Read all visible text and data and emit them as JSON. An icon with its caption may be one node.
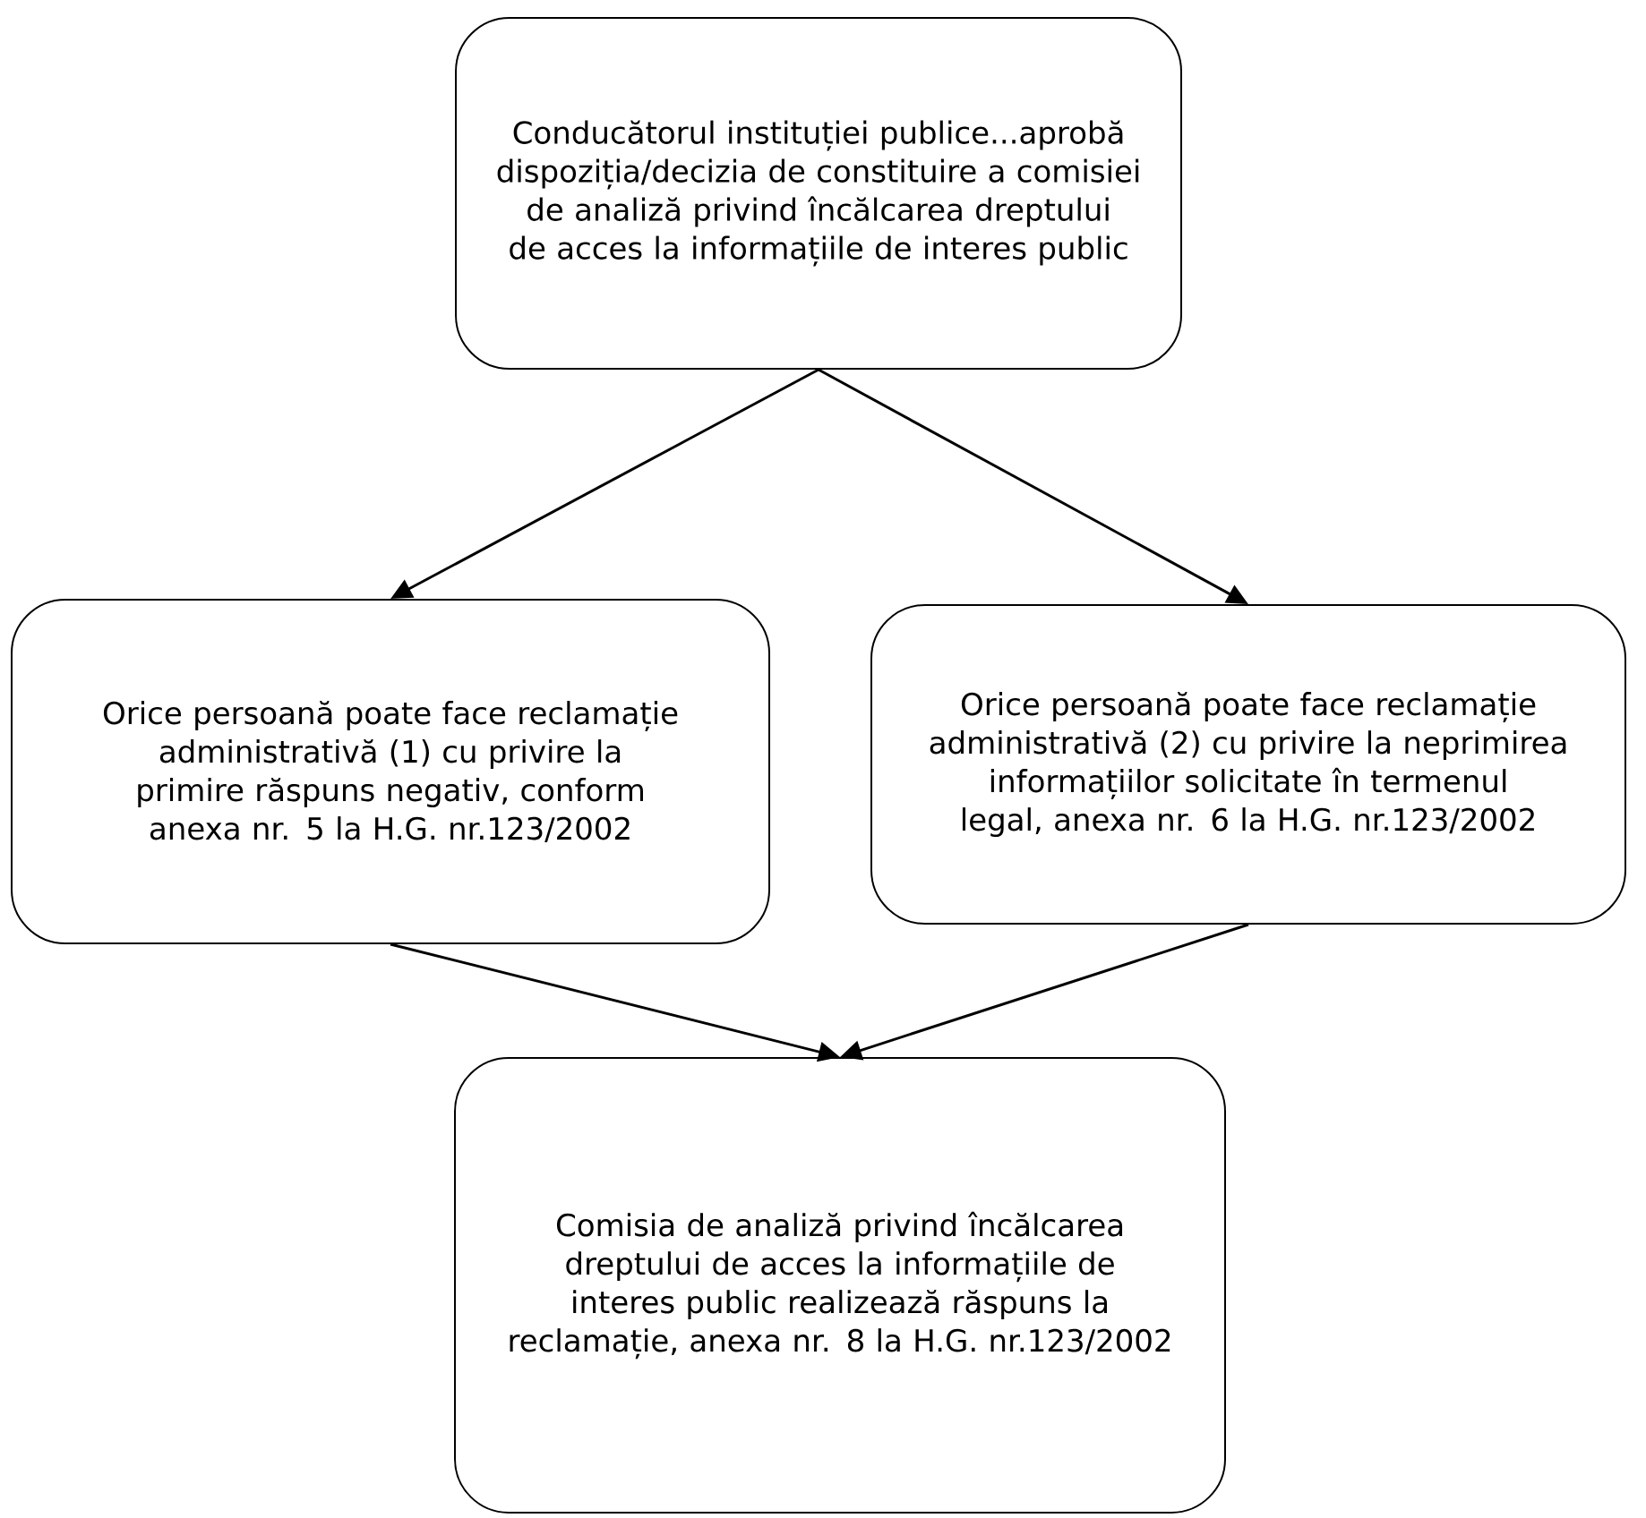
{
  "diagram": {
    "nodes": [
      {
        "text": [
          "Conducătorul instituției publice...aprobă dispoziția/decizia de constituire a comisiei de analiză privind încălcarea dreptului de acces la informațiile de interes public"
        ]
      },
      {
        "text": [
          "Orice persoană poate face reclamație administrativă (1) cu privire la primire răspuns negativ, conform anexa nr. 5 la H.G. nr.123/2002"
        ]
      },
      {
        "text": [
          "Orice persoană poate face reclamație administrativă (2) cu privire la neprimirea informațiilor solicitate în termenul legal, anexa nr. 6 la H.G. nr.123/2002"
        ]
      },
      {
        "text": [
          "Comisia de analiză privind încălcarea dreptului de acces la informațiile de interes public realizează răspuns la reclamație, anexa nr. 8 la H.G. nr.123/2002"
        ]
      }
    ],
    "edges": [
      {
        "from": 0,
        "to": 1,
        "arrow": "to"
      },
      {
        "from": 0,
        "to": 2,
        "arrow": "to"
      },
      {
        "from": 1,
        "to": 3,
        "arrow": "to"
      },
      {
        "from": 2,
        "to": 3,
        "arrow": "to"
      }
    ]
  }
}
